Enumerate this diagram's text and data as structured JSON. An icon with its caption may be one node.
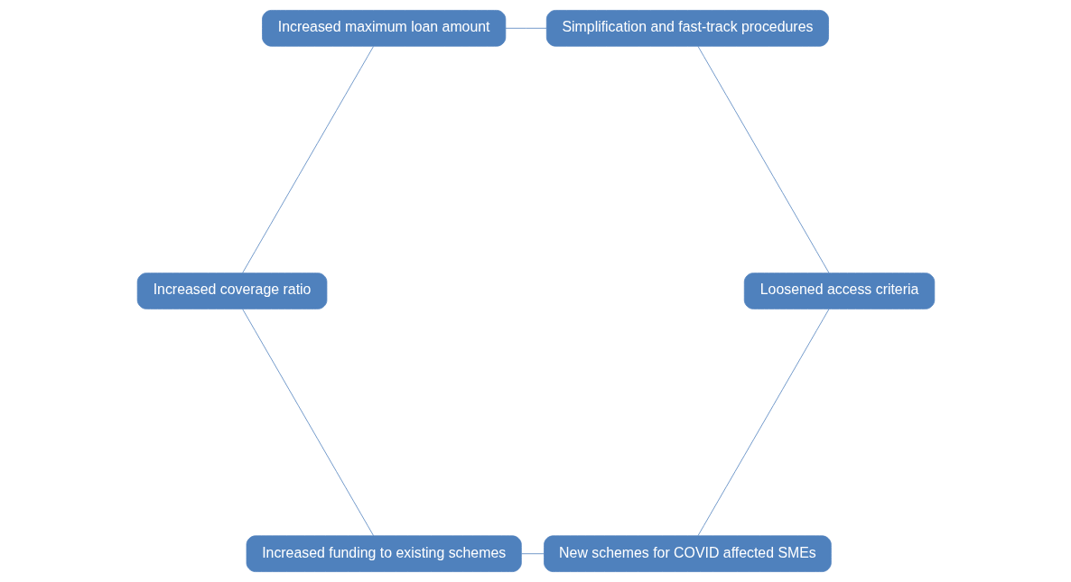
{
  "diagram": {
    "nodes": [
      {
        "text": [
          "New schemes for COVID affected SMEs"
        ]
      },
      {
        "text": [
          "Loosened access criteria"
        ]
      },
      {
        "text": [
          "Increased funding to existing schemes"
        ]
      },
      {
        "text": [
          "Simplification and fast-track procedures"
        ]
      },
      {
        "text": [
          "Increased coverage ratio"
        ]
      },
      {
        "text": [
          "Increased maximum loan amount"
        ]
      }
    ],
    "edges": [
      {
        "from": 0,
        "to": 2,
        "arrow": "none"
      },
      {
        "from": 2,
        "to": 4,
        "arrow": "none"
      },
      {
        "from": 4,
        "to": 5,
        "arrow": "none"
      },
      {
        "from": 5,
        "to": 3,
        "arrow": "none"
      },
      {
        "from": 3,
        "to": 1,
        "arrow": "none"
      },
      {
        "from": 1,
        "to": 0,
        "arrow": "none"
      }
    ]
  }
}
